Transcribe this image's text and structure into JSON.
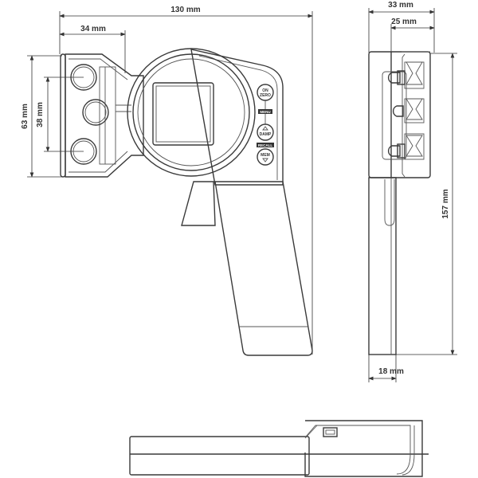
{
  "dimensions": {
    "width_total": "130 mm",
    "width_head": "34 mm",
    "height_head": "63 mm",
    "roller_spacing": "38 mm",
    "depth_total": "33 mm",
    "depth_head": "25 mm",
    "length_total": "157 mm",
    "handle_thickness": "18 mm"
  },
  "buttons": {
    "on_zero_top": "ON",
    "on_zero_bottom": "ZERO",
    "menu": "MENU",
    "damp": "DAMP",
    "recall": "RECALL",
    "mem": "MEM"
  }
}
